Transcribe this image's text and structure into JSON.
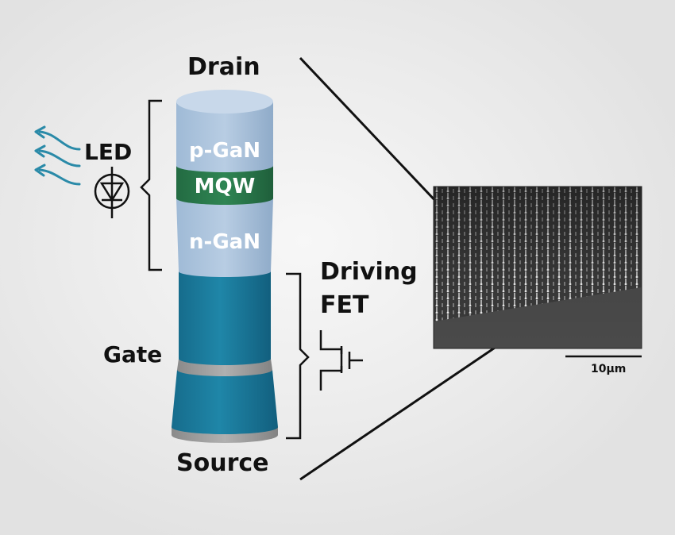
{
  "labels": {
    "drain": "Drain",
    "led": "LED",
    "p_gan": "p-GaN",
    "mqw": "MQW",
    "n_gan": "n-GaN",
    "driving": "Driving",
    "fet": "FET",
    "gate": "Gate",
    "source": "Source",
    "scale": "10µm"
  },
  "colors": {
    "led_body": "#a9c3de",
    "mqw": "#2e7d4f",
    "fet_body": "#1c7a9c",
    "band": "#9a9a9a",
    "arrow": "#2a8aa8"
  },
  "icons": [
    "light-emission-arrows-icon",
    "diode-symbol-icon",
    "fet-transistor-symbol-icon"
  ]
}
